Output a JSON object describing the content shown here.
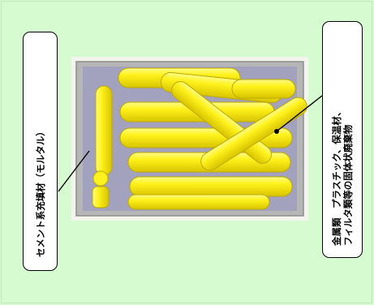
{
  "colors": {
    "background": "#d6fbd0",
    "tray_outer": "#b6b6b6",
    "tray_inner": "#a2a2bf",
    "pipe": "#fff21c",
    "pipe_edge": "#c9b700",
    "callout_fill": "#ffffff",
    "callout_border": "#000000"
  },
  "left_callout": {
    "text": "セメント系充填材（モルタル）"
  },
  "right_callout": {
    "line1": "金属類　プラスチック、保温材、",
    "line2": "フィルタ類等の固体状廃棄物"
  }
}
